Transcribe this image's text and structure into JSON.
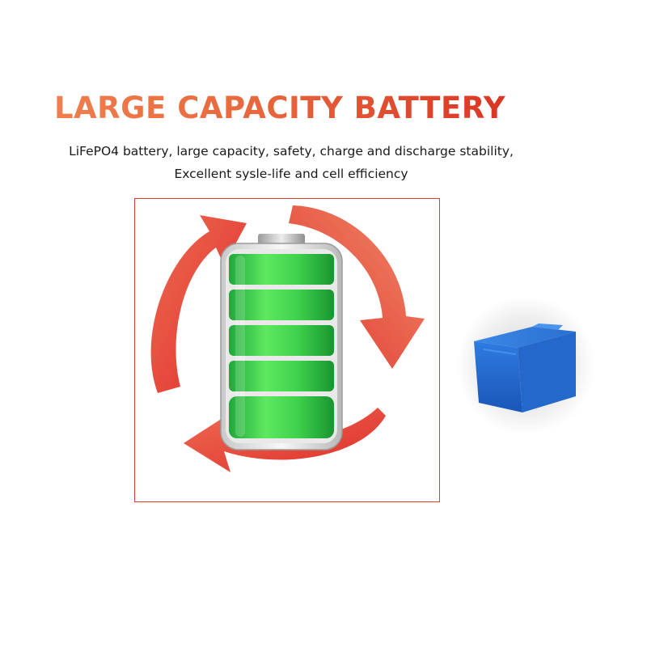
{
  "headline": "LARGE CAPACITY BATTERY",
  "description": {
    "line1": "LiFePO4 battery, large capacity, safety, charge and discharge stability,",
    "line2": "Excellent sysle-life and cell efficiency"
  },
  "battery_level": {
    "filled_bars": 5,
    "total_bars": 5
  },
  "icons": [
    "cycle-arrows-icon",
    "battery-full-icon",
    "battery-cell-icon"
  ],
  "colors": {
    "headline_start": "#f08552",
    "headline_end": "#d62b1f",
    "frame_border": "#e23a34",
    "arrow": "#e4483e",
    "battery_green": "#34c84a",
    "cell_blue": "#1f63c8"
  }
}
